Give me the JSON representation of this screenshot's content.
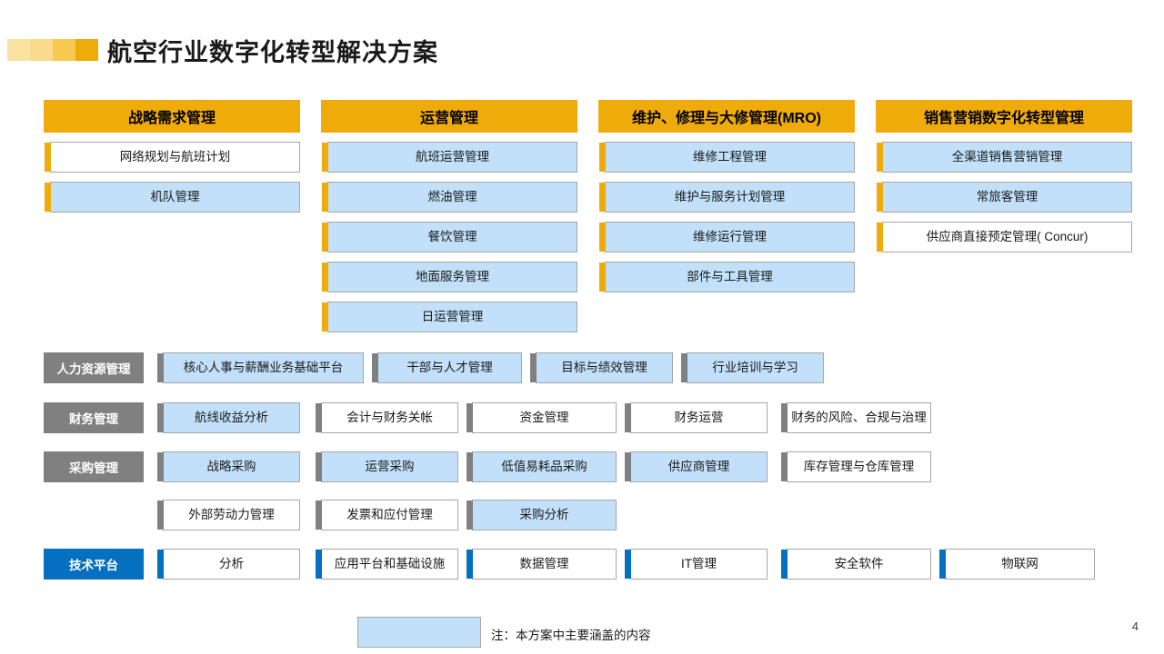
{
  "slide": {
    "title": "航空行业数字化转型解决方案",
    "page_number": "4",
    "accent_orange": "#efab09",
    "accent_blue": "#0670c0",
    "fill_blue": "#c2e0f9",
    "label_gray": "#808080",
    "title_bar_segments": [
      "#fae2a0",
      "#f9db8c",
      "#f7ca4f",
      "#efab09"
    ]
  },
  "columns": [
    {
      "header": "战略需求管理",
      "items": [
        {
          "label": "网络规划与航班计划",
          "fill": "white",
          "accent": "orange"
        },
        {
          "label": "机队管理",
          "fill": "blue",
          "accent": "orange"
        }
      ]
    },
    {
      "header": "运营管理",
      "items": [
        {
          "label": "航班运营管理",
          "fill": "blue",
          "accent": "orange"
        },
        {
          "label": "燃油管理",
          "fill": "blue",
          "accent": "orange"
        },
        {
          "label": "餐饮管理",
          "fill": "blue",
          "accent": "orange"
        },
        {
          "label": "地面服务管理",
          "fill": "blue",
          "accent": "orange"
        },
        {
          "label": "日运营管理",
          "fill": "blue",
          "accent": "orange"
        }
      ]
    },
    {
      "header": "维护、修理与大修管理(MRO)",
      "items": [
        {
          "label": "维修工程管理",
          "fill": "blue",
          "accent": "orange"
        },
        {
          "label": "维护与服务计划管理",
          "fill": "blue",
          "accent": "orange"
        },
        {
          "label": "维修运行管理",
          "fill": "blue",
          "accent": "orange"
        },
        {
          "label": "部件与工具管理",
          "fill": "blue",
          "accent": "orange"
        }
      ]
    },
    {
      "header": "销售营销数字化转型管理",
      "items": [
        {
          "label": "全渠道销售营销管理",
          "fill": "blue",
          "accent": "orange"
        },
        {
          "label": "常旅客管理",
          "fill": "blue",
          "accent": "orange"
        },
        {
          "label": "供应商直接预定管理( Concur)",
          "fill": "white",
          "accent": "orange"
        }
      ]
    }
  ],
  "bands": [
    {
      "label": "人力资源管理",
      "label_style": "gray",
      "rows": [
        [
          {
            "label": "核心人事与薪酬业务基础平台",
            "fill": "blue",
            "accent": "gray"
          },
          {
            "label": "干部与人才管理",
            "fill": "blue",
            "accent": "gray"
          },
          {
            "label": "目标与绩效管理",
            "fill": "blue",
            "accent": "gray"
          },
          {
            "label": "行业培训与学习",
            "fill": "blue",
            "accent": "gray"
          }
        ]
      ]
    },
    {
      "label": "财务管理",
      "label_style": "gray",
      "rows": [
        [
          {
            "label": "航线收益分析",
            "fill": "blue",
            "accent": "gray"
          },
          {
            "label": "会计与财务关帐",
            "fill": "white",
            "accent": "gray"
          },
          {
            "label": "资金管理",
            "fill": "white",
            "accent": "gray"
          },
          {
            "label": "财务运营",
            "fill": "white",
            "accent": "gray"
          },
          {
            "label": "财务的风险、合规与治理",
            "fill": "white",
            "accent": "gray"
          }
        ]
      ]
    },
    {
      "label": "采购管理",
      "label_style": "gray",
      "rows": [
        [
          {
            "label": "战略采购",
            "fill": "blue",
            "accent": "gray"
          },
          {
            "label": "运营采购",
            "fill": "blue",
            "accent": "gray"
          },
          {
            "label": "低值易耗品采购",
            "fill": "blue",
            "accent": "gray"
          },
          {
            "label": "供应商管理",
            "fill": "blue",
            "accent": "gray"
          },
          {
            "label": "库存管理与仓库管理",
            "fill": "white",
            "accent": "gray"
          }
        ],
        [
          {
            "label": "外部劳动力管理",
            "fill": "white",
            "accent": "gray"
          },
          {
            "label": "发票和应付管理",
            "fill": "white",
            "accent": "gray"
          },
          {
            "label": "采购分析",
            "fill": "blue",
            "accent": "gray"
          }
        ]
      ]
    },
    {
      "label": "技术平台",
      "label_style": "blue",
      "rows": [
        [
          {
            "label": "分析",
            "fill": "white",
            "accent": "blue"
          },
          {
            "label": "应用平台和基础设施",
            "fill": "white",
            "accent": "blue"
          },
          {
            "label": "数据管理",
            "fill": "white",
            "accent": "blue"
          },
          {
            "label": "IT管理",
            "fill": "white",
            "accent": "blue"
          },
          {
            "label": "安全软件",
            "fill": "white",
            "accent": "blue"
          },
          {
            "label": "物联网",
            "fill": "white",
            "accent": "blue"
          }
        ]
      ]
    }
  ],
  "legend": {
    "note": "注：本方案中主要涵盖的内容"
  }
}
